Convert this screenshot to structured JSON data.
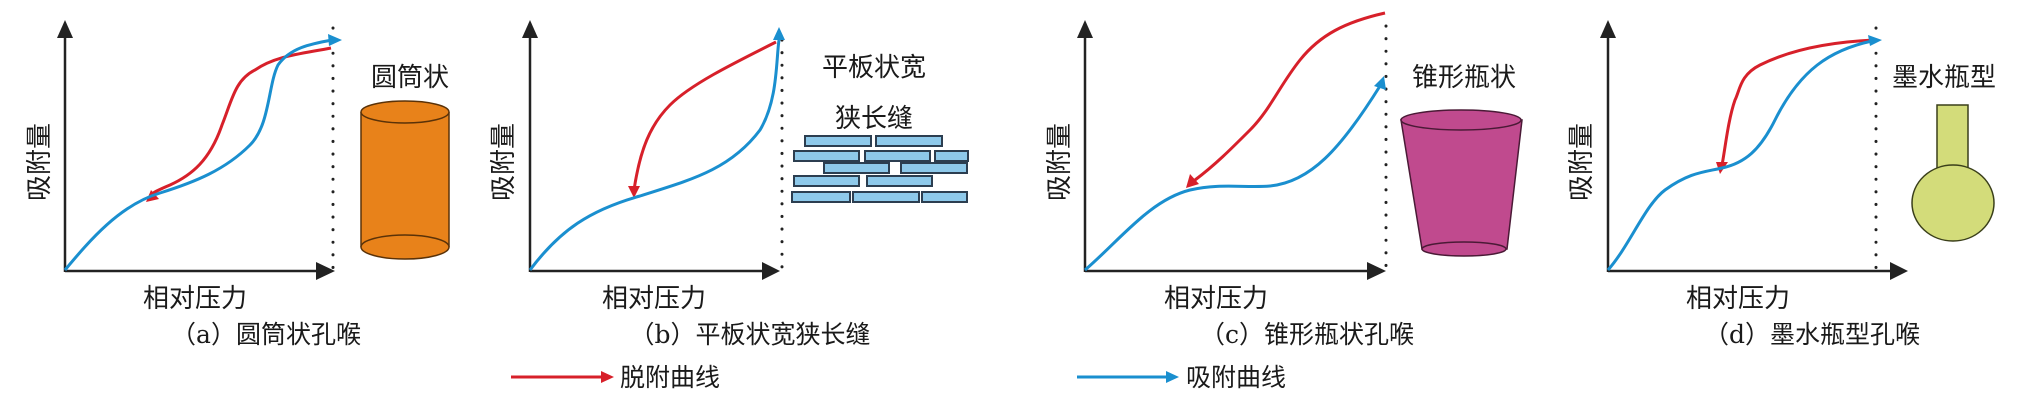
{
  "colors": {
    "desorption": "#d7202a",
    "adsorption": "#1a8fcf",
    "axis": "#222222",
    "cylinder_fill": "#e8821a",
    "slit_fill": "#8ec9ea",
    "cone_fill": "#c04a8e",
    "inkbottle_fill": "#d3dc7a"
  },
  "panels": [
    {
      "id": "a",
      "ylabel": "吸附量",
      "xlabel": "相对压力",
      "shape_label": "圆筒状",
      "caption": "（a）圆筒状孔喉",
      "shape": "cylinder"
    },
    {
      "id": "b",
      "ylabel": "吸附量",
      "xlabel": "相对压力",
      "shape_label_line1": "平板状宽",
      "shape_label_line2": "狭长缝",
      "caption": "（b）平板状宽狭长缝",
      "shape": "slit"
    },
    {
      "id": "c",
      "ylabel": "吸附量",
      "xlabel": "相对压力",
      "shape_label": "锥形瓶状",
      "caption": "（c）锥形瓶状孔喉",
      "shape": "cone"
    },
    {
      "id": "d",
      "ylabel": "吸附量",
      "xlabel": "相对压力",
      "shape_label": "墨水瓶型",
      "caption": "（d）墨水瓶型孔喉",
      "shape": "inkbottle"
    }
  ],
  "legend": {
    "desorption_label": "脱附曲线",
    "adsorption_label": "吸附曲线"
  }
}
